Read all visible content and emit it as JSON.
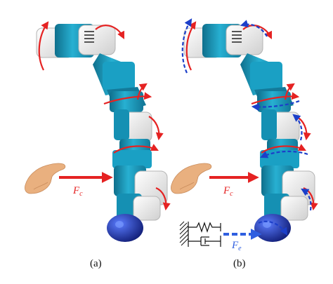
{
  "figure": {
    "panel_a": {
      "caption": "(a)",
      "force_label_main": "F",
      "force_label_sub": "c"
    },
    "panel_b": {
      "caption": "(b)",
      "force_label_main": "F",
      "force_label_sub": "c",
      "env_force_main": "F",
      "env_force_sub": "e"
    }
  },
  "colors": {
    "robot_teal": "#1f9ec0",
    "robot_teal_dark": "#0f6f8c",
    "robot_white": "#eeeeee",
    "gripper_blue": "#1f3fb8",
    "force_red": "#e52222",
    "torque_red": "#e52222",
    "torque_blue": "#1c3fc9",
    "env_force_blue": "#2f5fe0",
    "hand_skin": "#e9b07f"
  },
  "icons": [
    "hand-icon",
    "spring-damper-icon"
  ]
}
